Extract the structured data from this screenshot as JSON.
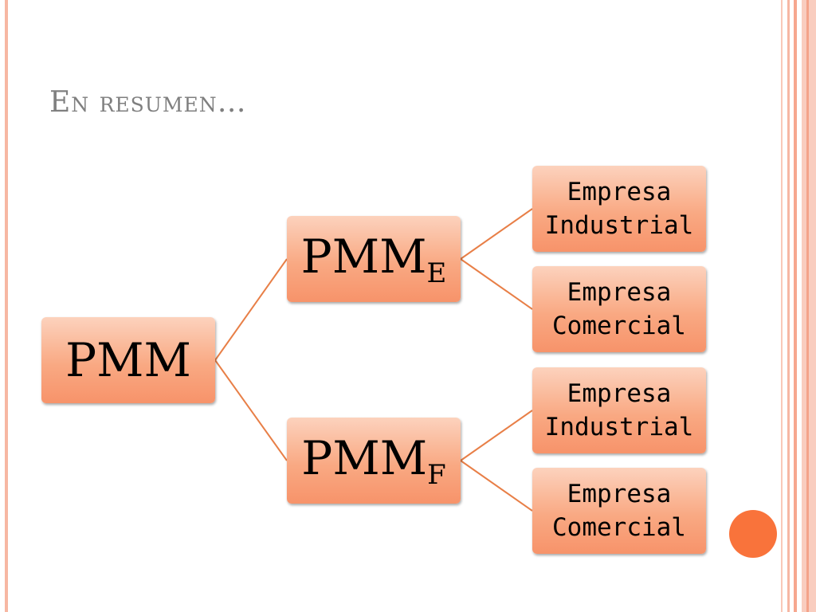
{
  "slide": {
    "title": "En resumen…"
  },
  "diagram": {
    "root": {
      "label": "PMM"
    },
    "branches": [
      {
        "label": "PMM",
        "subscript": "E",
        "children": [
          {
            "line1": "Empresa",
            "line2": "Industrial"
          },
          {
            "line1": "Empresa",
            "line2": "Comercial"
          }
        ]
      },
      {
        "label": "PMM",
        "subscript": "F",
        "children": [
          {
            "line1": "Empresa",
            "line2": "Industrial"
          },
          {
            "line1": "Empresa",
            "line2": "Comercial"
          }
        ]
      }
    ]
  },
  "colors": {
    "node_gradient_top": "#fcd2bd",
    "node_gradient_bottom": "#f7936a",
    "connector": "#e87f47",
    "accent_circle": "#f9733b",
    "frame": "#f7b7a3",
    "title_text": "#7f7f7f"
  }
}
